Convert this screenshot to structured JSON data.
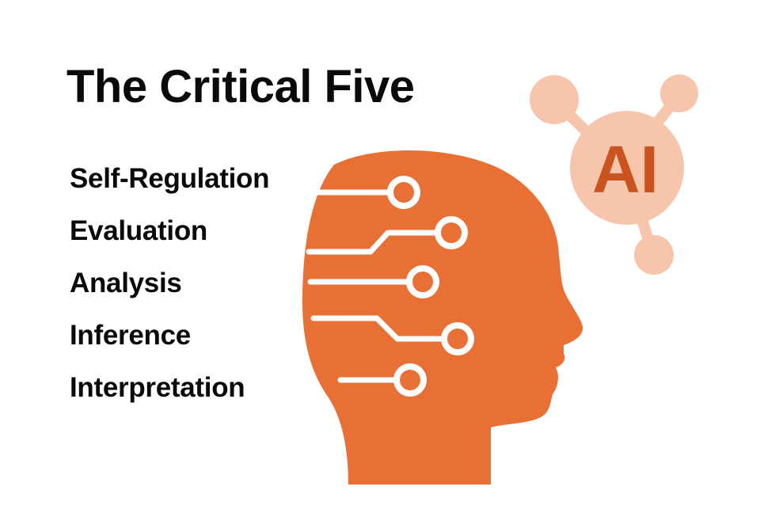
{
  "title": "The Critical Five",
  "skills": [
    "Self-Regulation",
    "Evaluation",
    "Analysis",
    "Inference",
    "Interpretation"
  ],
  "ai_badge": {
    "label": "AI"
  },
  "colors": {
    "head": "#e87035",
    "circuit": "#ffffff",
    "ai_bubble": "#f6c5ab",
    "ai_text": "#c9541f",
    "text": "#0a0a0a"
  },
  "icons": {
    "head": "head-silhouette-icon",
    "circuits": "circuit-lines-icon",
    "ai": "ai-network-icon"
  }
}
